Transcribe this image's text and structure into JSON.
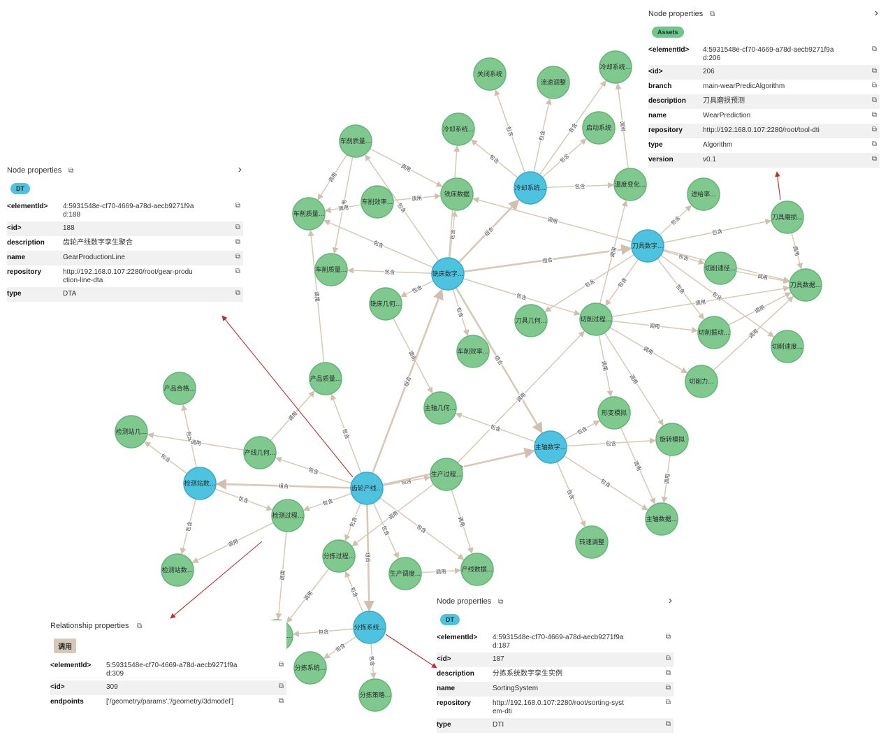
{
  "graph": {
    "nodes": [
      {
        "id": "n1",
        "label": "关闭系统",
        "kind": "green"
      },
      {
        "id": "n2",
        "label": "流速调整",
        "kind": "green"
      },
      {
        "id": "n3",
        "label": "冷却系统...",
        "kind": "green"
      },
      {
        "id": "n4",
        "label": "冷却系统...",
        "kind": "green"
      },
      {
        "id": "n5",
        "label": "启动系统",
        "kind": "green"
      },
      {
        "id": "n6",
        "label": "冷却系统...",
        "kind": "blue"
      },
      {
        "id": "n7",
        "label": "温度变化...",
        "kind": "green"
      },
      {
        "id": "n8",
        "label": "车削质量...",
        "kind": "green"
      },
      {
        "id": "n9",
        "label": "车削效率...",
        "kind": "green"
      },
      {
        "id": "n10",
        "label": "铣床数据",
        "kind": "green"
      },
      {
        "id": "n11",
        "label": "车削质量...",
        "kind": "green"
      },
      {
        "id": "n12",
        "label": "车削质量...",
        "kind": "green"
      },
      {
        "id": "n13",
        "label": "铣床数字...",
        "kind": "blue"
      },
      {
        "id": "n14",
        "label": "进给率...",
        "kind": "green"
      },
      {
        "id": "n15",
        "label": "刀具磨损...",
        "kind": "green"
      },
      {
        "id": "n16",
        "label": "刀具数字...",
        "kind": "blue"
      },
      {
        "id": "n17",
        "label": "切削速径...",
        "kind": "green"
      },
      {
        "id": "n18",
        "label": "刀具数据...",
        "kind": "green"
      },
      {
        "id": "n19",
        "label": "铣床几何...",
        "kind": "green"
      },
      {
        "id": "n20",
        "label": "刀具几何...",
        "kind": "green"
      },
      {
        "id": "n21",
        "label": "切削过程...",
        "kind": "green"
      },
      {
        "id": "n22",
        "label": "切削振动...",
        "kind": "green"
      },
      {
        "id": "n23",
        "label": "切削速度...",
        "kind": "green"
      },
      {
        "id": "n24",
        "label": "车削效率...",
        "kind": "green"
      },
      {
        "id": "n25",
        "label": "切削力...",
        "kind": "green"
      },
      {
        "id": "n26",
        "label": "产品质量...",
        "kind": "green"
      },
      {
        "id": "n27",
        "label": "产品合格...",
        "kind": "green"
      },
      {
        "id": "n28",
        "label": "主轴几何...",
        "kind": "green"
      },
      {
        "id": "n29",
        "label": "形变模拟",
        "kind": "green"
      },
      {
        "id": "n30",
        "label": "检测站几...",
        "kind": "green"
      },
      {
        "id": "n31",
        "label": "产线几何...",
        "kind": "green"
      },
      {
        "id": "n32",
        "label": "主轴数字...",
        "kind": "blue"
      },
      {
        "id": "n33",
        "label": "旋转模拟",
        "kind": "green"
      },
      {
        "id": "n34",
        "label": "检测站数...",
        "kind": "blue"
      },
      {
        "id": "n35",
        "label": "齿轮产线...",
        "kind": "blue"
      },
      {
        "id": "n36",
        "label": "生产过程...",
        "kind": "green"
      },
      {
        "id": "n37",
        "label": "检测过程...",
        "kind": "green"
      },
      {
        "id": "n38",
        "label": "主轴数据...",
        "kind": "green"
      },
      {
        "id": "n39",
        "label": "转速调整",
        "kind": "green"
      },
      {
        "id": "n40",
        "label": "分拣过程...",
        "kind": "green"
      },
      {
        "id": "n41",
        "label": "检测站数...",
        "kind": "green"
      },
      {
        "id": "n42",
        "label": "生产调度...",
        "kind": "green"
      },
      {
        "id": "n43",
        "label": "产线数据...",
        "kind": "green"
      },
      {
        "id": "n44",
        "label": "分拣系统...",
        "kind": "blue"
      },
      {
        "id": "n45",
        "label": "分拣系统...",
        "kind": "green"
      },
      {
        "id": "n46",
        "label": "分拣系统...",
        "kind": "green"
      },
      {
        "id": "n47",
        "label": "分拣策略...",
        "kind": "green"
      }
    ],
    "edges": [
      {
        "from": "n6",
        "to": "n4",
        "label": "包含"
      },
      {
        "from": "n6",
        "to": "n1",
        "label": "包含"
      },
      {
        "from": "n6",
        "to": "n2",
        "label": "包含"
      },
      {
        "from": "n6",
        "to": "n5",
        "label": "包含"
      },
      {
        "from": "n6",
        "to": "n3",
        "label": "包含"
      },
      {
        "from": "n6",
        "to": "n7",
        "label": "包含"
      },
      {
        "from": "n7",
        "to": "n3",
        "label": "调用"
      },
      {
        "from": "n13",
        "to": "n6",
        "label": "组合"
      },
      {
        "from": "n13",
        "to": "n10",
        "label": "包含"
      },
      {
        "from": "n13",
        "to": "n4",
        "label": "包含"
      },
      {
        "from": "n13",
        "to": "n11",
        "label": "包含"
      },
      {
        "from": "n13",
        "to": "n12",
        "label": "包含"
      },
      {
        "from": "n13",
        "to": "n8",
        "label": "包含"
      },
      {
        "from": "n13",
        "to": "n19",
        "label": "包含"
      },
      {
        "from": "n13",
        "to": "n21",
        "label": "包含"
      },
      {
        "from": "n13",
        "to": "n24",
        "label": "包含"
      },
      {
        "from": "n13",
        "to": "n16",
        "label": "组合"
      },
      {
        "from": "n13",
        "to": "n32",
        "label": "组合"
      },
      {
        "from": "n8",
        "to": "n10",
        "label": "调用"
      },
      {
        "from": "n8",
        "to": "n11",
        "label": "调用"
      },
      {
        "from": "n8",
        "to": "n12",
        "label": "调用"
      },
      {
        "from": "n9",
        "to": "n10",
        "label": "调用"
      },
      {
        "from": "n9",
        "to": "n11",
        "label": "调用"
      },
      {
        "from": "n16",
        "to": "n14",
        "label": "包含"
      },
      {
        "from": "n16",
        "to": "n15",
        "label": "包含"
      },
      {
        "from": "n16",
        "to": "n17",
        "label": "包含"
      },
      {
        "from": "n16",
        "to": "n20",
        "label": "包含"
      },
      {
        "from": "n16",
        "to": "n22",
        "label": "包含"
      },
      {
        "from": "n16",
        "to": "n23",
        "label": "包含"
      },
      {
        "from": "n16",
        "to": "n21",
        "label": "包含"
      },
      {
        "from": "n16",
        "to": "n18",
        "label": "包含"
      },
      {
        "from": "n16",
        "to": "n10",
        "label": "调用"
      },
      {
        "from": "n15",
        "to": "n18",
        "label": "调用"
      },
      {
        "from": "n17",
        "to": "n18",
        "label": "调用"
      },
      {
        "from": "n21",
        "to": "n7",
        "label": "调用"
      },
      {
        "from": "n21",
        "to": "n22",
        "label": "调用"
      },
      {
        "from": "n21",
        "to": "n25",
        "label": "调用"
      },
      {
        "from": "n21",
        "to": "n29",
        "label": "调用"
      },
      {
        "from": "n21",
        "to": "n33",
        "label": "调用"
      },
      {
        "from": "n21",
        "to": "n18",
        "label": "调用"
      },
      {
        "from": "n22",
        "to": "n18",
        "label": "调用"
      },
      {
        "from": "n25",
        "to": "n18",
        "label": "调用"
      },
      {
        "from": "n19",
        "to": "n28",
        "label": "调用"
      },
      {
        "from": "n26",
        "to": "n11",
        "label": "调用"
      },
      {
        "from": "n35",
        "to": "n13",
        "label": "组合"
      },
      {
        "from": "n35",
        "to": "n26",
        "label": "包含"
      },
      {
        "from": "n35",
        "to": "n31",
        "label": "包含"
      },
      {
        "from": "n35",
        "to": "n36",
        "label": "包含"
      },
      {
        "from": "n35",
        "to": "n34",
        "label": "组合"
      },
      {
        "from": "n35",
        "to": "n37",
        "label": "包含"
      },
      {
        "from": "n35",
        "to": "n40",
        "label": "包含"
      },
      {
        "from": "n35",
        "to": "n42",
        "label": "包含"
      },
      {
        "from": "n35",
        "to": "n43",
        "label": "包含"
      },
      {
        "from": "n35",
        "to": "n44",
        "label": "组合"
      },
      {
        "from": "n35",
        "to": "n32",
        "label": "组合"
      },
      {
        "from": "n34",
        "to": "n30",
        "label": "包含"
      },
      {
        "from": "n34",
        "to": "n27",
        "label": "包含"
      },
      {
        "from": "n34",
        "to": "n37",
        "label": "包含"
      },
      {
        "from": "n34",
        "to": "n41",
        "label": "包含"
      },
      {
        "from": "n31",
        "to": "n30",
        "label": "调用"
      },
      {
        "from": "n31",
        "to": "n26",
        "label": "调用"
      },
      {
        "from": "n37",
        "to": "n41",
        "label": "调用"
      },
      {
        "from": "n37",
        "to": "n45",
        "label": "调用"
      },
      {
        "from": "n36",
        "to": "n43",
        "label": "调用"
      },
      {
        "from": "n36",
        "to": "n40",
        "label": "调用"
      },
      {
        "from": "n36",
        "to": "n21",
        "label": "调用"
      },
      {
        "from": "n42",
        "to": "n43",
        "label": "调用"
      },
      {
        "from": "n32",
        "to": "n28",
        "label": "包含"
      },
      {
        "from": "n32",
        "to": "n29",
        "label": "包含"
      },
      {
        "from": "n32",
        "to": "n33",
        "label": "包含"
      },
      {
        "from": "n32",
        "to": "n38",
        "label": "包含"
      },
      {
        "from": "n32",
        "to": "n39",
        "label": "包含"
      },
      {
        "from": "n29",
        "to": "n38",
        "label": "调用"
      },
      {
        "from": "n33",
        "to": "n38",
        "label": "调用"
      },
      {
        "from": "n44",
        "to": "n40",
        "label": "包含"
      },
      {
        "from": "n44",
        "to": "n45",
        "label": "包含"
      },
      {
        "from": "n44",
        "to": "n46",
        "label": "包含"
      },
      {
        "from": "n44",
        "to": "n47",
        "label": "包含"
      },
      {
        "from": "n40",
        "to": "n45",
        "label": "调用"
      }
    ]
  },
  "panels": {
    "tool": {
      "title": "Node properties",
      "badge": "Assets",
      "rows": [
        {
          "key": "<elementId>",
          "value": "4:5931548e-cf70-4669-a78d-aecb9271f9ad:206"
        },
        {
          "key": "<id>",
          "value": "206"
        },
        {
          "key": "branch",
          "value": "main-wearPredicAlgorithm"
        },
        {
          "key": "description",
          "value": "刀具磨损预测"
        },
        {
          "key": "name",
          "value": "WearPrediction"
        },
        {
          "key": "repository",
          "value": "http://192.168.0.107:2280/root/tool-dti"
        },
        {
          "key": "type",
          "value": "Algorithm"
        },
        {
          "key": "version",
          "value": "v0.1"
        }
      ]
    },
    "gear": {
      "title": "Node properties",
      "badge": "DT",
      "rows": [
        {
          "key": "<elementId>",
          "value": "4:5931548e-cf70-4669-a78d-aecb9271f9ad:188"
        },
        {
          "key": "<id>",
          "value": "188"
        },
        {
          "key": "description",
          "value": "齿轮产线数字孪生聚合"
        },
        {
          "key": "name",
          "value": "GearProductionLine"
        },
        {
          "key": "repository",
          "value": "http://192.168.0.107:2280/root/gear-production-line-dta"
        },
        {
          "key": "type",
          "value": "DTA"
        }
      ]
    },
    "relationship": {
      "title": "Relationship properties",
      "badge": "调用",
      "rows": [
        {
          "key": "<elementId>",
          "value": "5:5931548e-cf70-4669-a78d-aecb9271f9ad:309"
        },
        {
          "key": "<id>",
          "value": "309"
        },
        {
          "key": "endpoints",
          "value": "['/geometry/params','/geometry/3dmodel']"
        }
      ]
    },
    "sorting": {
      "title": "Node properties",
      "badge": "DT",
      "rows": [
        {
          "key": "<elementId>",
          "value": "4:5931548e-cf70-4669-a78d-aecb9271f9ad:187"
        },
        {
          "key": "<id>",
          "value": "187"
        },
        {
          "key": "description",
          "value": "分拣系统数字孪生实例"
        },
        {
          "key": "name",
          "value": "SortingSystem"
        },
        {
          "key": "repository",
          "value": "http://192.168.0.107:2280/root/sorting-system-dti"
        },
        {
          "key": "type",
          "value": "DTI"
        }
      ]
    }
  },
  "icons": {
    "copy": "copy-icon",
    "chevron": "chevron-right-icon"
  },
  "colors": {
    "green_node": "#7fc98f",
    "green_stroke": "#63b577",
    "blue_node": "#4ec3e0",
    "blue_stroke": "#38aacb",
    "edge": "#d9c8b6",
    "callout": "#c0302c"
  }
}
